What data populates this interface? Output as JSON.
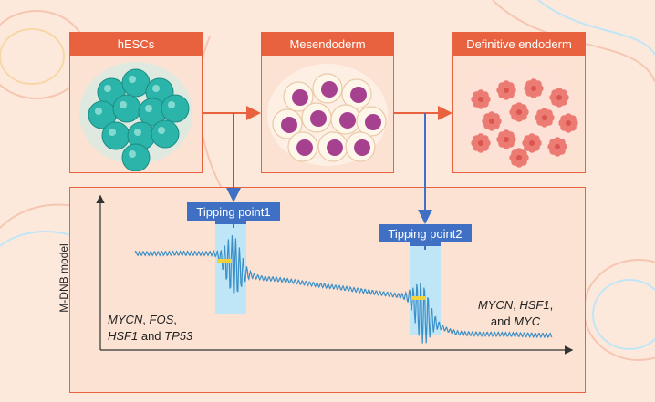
{
  "stages": [
    {
      "label": "hESCs"
    },
    {
      "label": "Mesendoderm"
    },
    {
      "label": "Definitive endoderm"
    }
  ],
  "model": {
    "ylabel": "M-DNB model",
    "tipping_points": [
      "Tipping point1",
      "Tipping point2"
    ],
    "genes_tp1": {
      "g1": "MYCN",
      "sep1": ", ",
      "g2": "FOS",
      "sep2": ",",
      "g3": "HSF1",
      "and": " and ",
      "g4": "TP53"
    },
    "genes_tp2": {
      "g1": "MYCN",
      "sep1": ", ",
      "g2": "HSF1",
      "sep2": ",",
      "and": "and ",
      "g3": "MYC"
    }
  },
  "colors": {
    "accent": "#e8623f",
    "arrow_blue": "#3f70c4",
    "hesc_cell": "#2bb5aa",
    "mesendoderm_nucleus": "#a5418f",
    "endoderm_cell": "#ec7b73",
    "signal_wave": "#3a8fc7",
    "tipping_band": "#bfe6f7",
    "marker": "#f1d23a"
  }
}
